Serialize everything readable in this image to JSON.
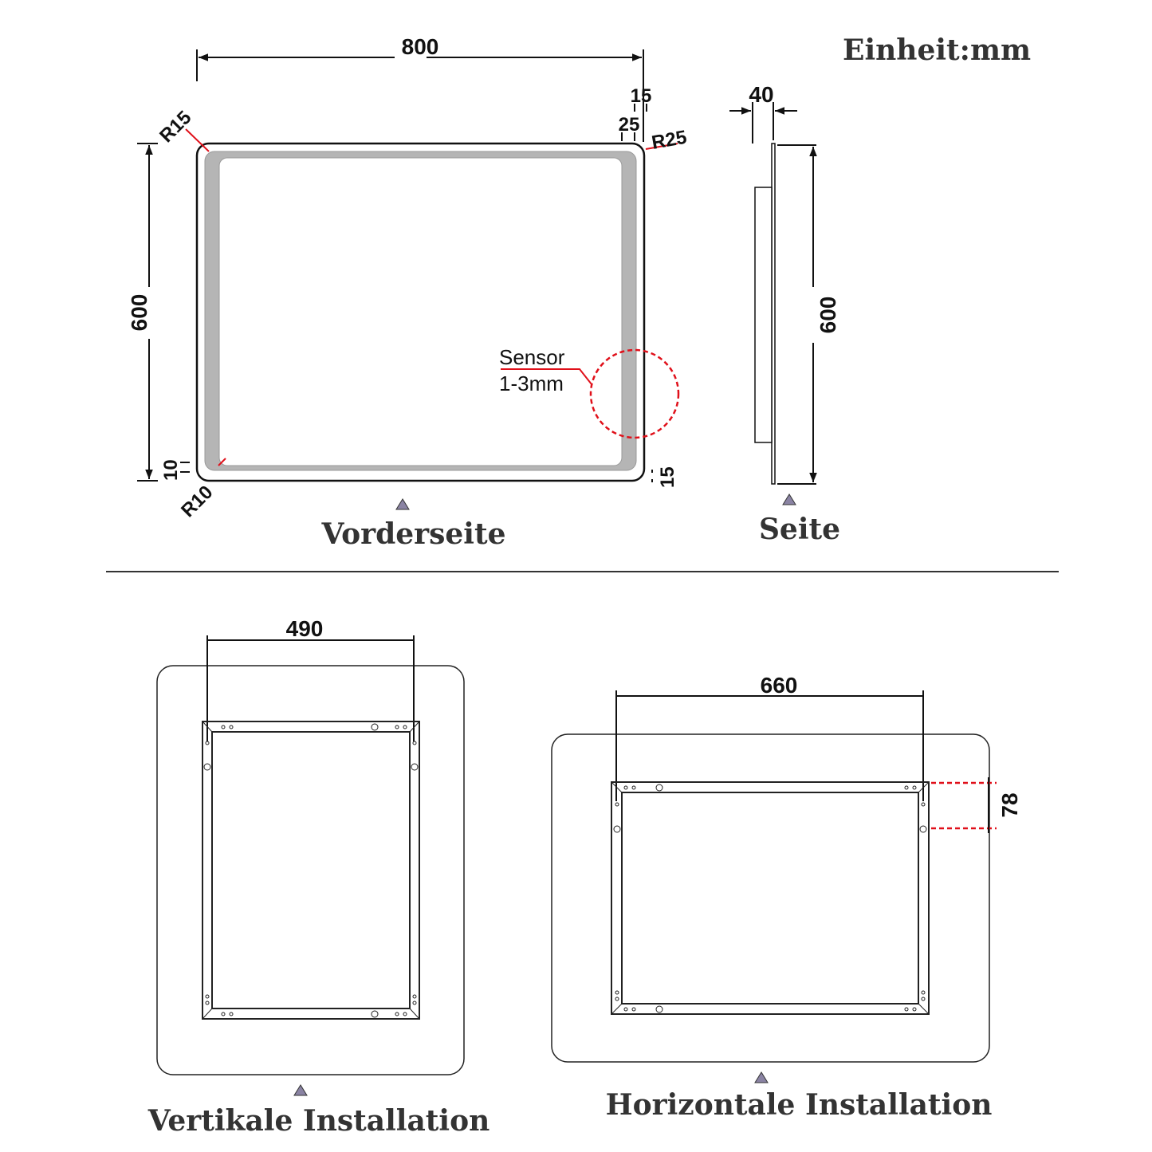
{
  "unit_label": "Einheit:mm",
  "front": {
    "title": "Vorderseite",
    "width": "800",
    "height": "600",
    "radius_top_left": "R15",
    "radius_top_right": "R25",
    "radius_bottom_left": "R10",
    "top_offset_outer": "15",
    "top_offset_inner": "25",
    "bottom_left_offset": "10",
    "bottom_right_offset": "15",
    "sensor_label": "Sensor",
    "sensor_distance": "1-3mm"
  },
  "side": {
    "title": "Seite",
    "depth": "40",
    "height": "600"
  },
  "vertical_install": {
    "title": "Vertikale Installation",
    "bracket_width": "490"
  },
  "horizontal_install": {
    "title": "Horizontale Installation",
    "bracket_width": "660",
    "hook_offset": "78"
  },
  "colors": {
    "accent_red": "#e0101a",
    "led_band": "#b5b5b5",
    "marker": "#8a83a3"
  }
}
